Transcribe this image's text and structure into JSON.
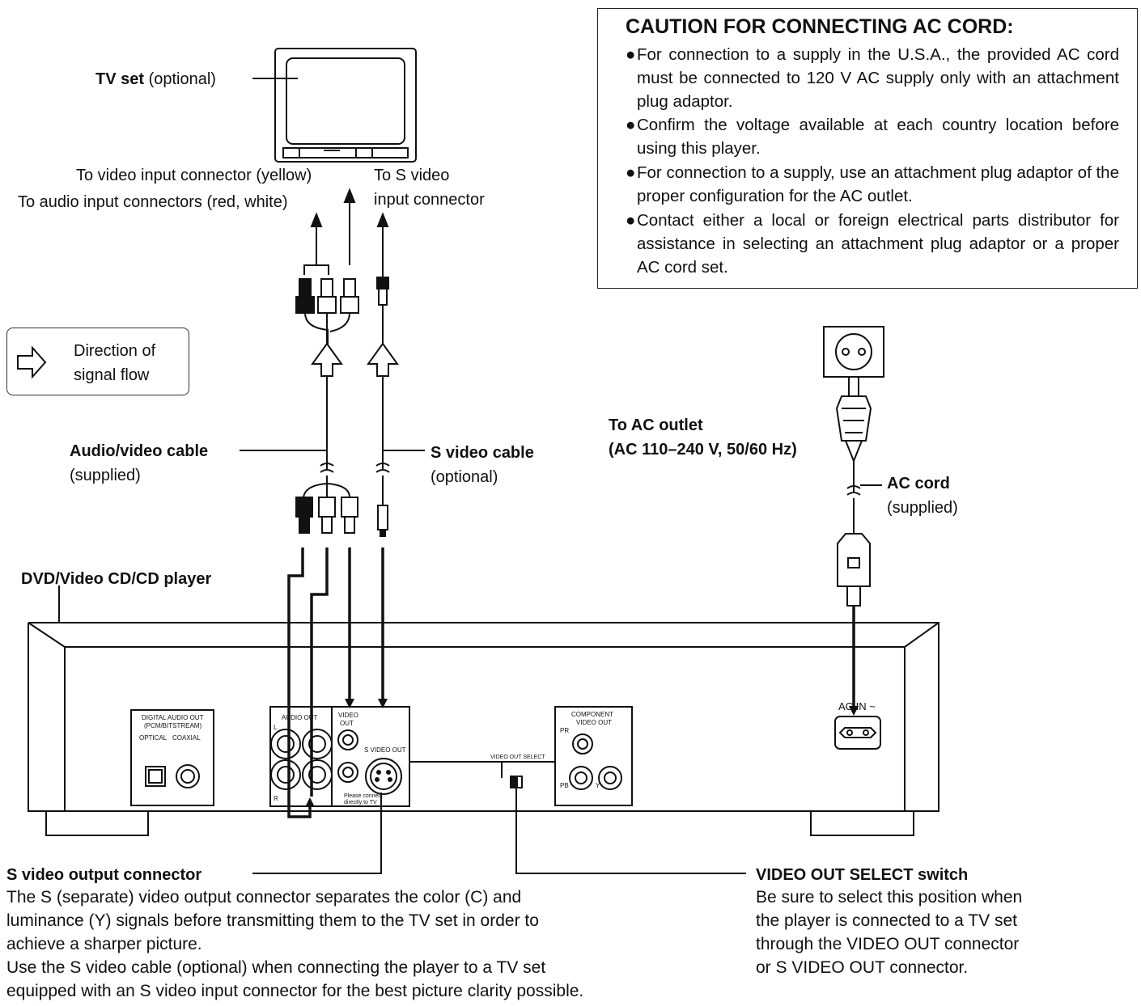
{
  "caution": {
    "title": "CAUTION FOR CONNECTING AC CORD:",
    "bullet": "●",
    "items": [
      "For connection to a supply in the U.S.A., the provided AC cord must be connected to 120 V AC supply only with an attachment plug adaptor.",
      "Confirm the voltage available at each country location before using this player.",
      "For connection to a supply, use an attachment plug adaptor of the proper configuration for the AC outlet.",
      "Contact either a local or foreign electrical parts distributor for assistance in selecting an attachment plug adaptor or a proper AC cord set."
    ]
  },
  "tv": {
    "label_bold": "TV set",
    "label_note": " (optional)"
  },
  "labels": {
    "video_input": "To video input connector (yellow)",
    "audio_input": "To audio input connectors (red, white)",
    "s_video_input_1": "To S video",
    "s_video_input_2": "input connector",
    "legend_1": "Direction of",
    "legend_2": "signal flow",
    "av_cable": "Audio/video cable",
    "av_cable_note": "(supplied)",
    "s_cable": "S video cable",
    "s_cable_note": "(optional)",
    "ac_outlet_1": "To AC outlet",
    "ac_outlet_2": "(AC 110–240 V, 50/60 Hz)",
    "ac_cord": "AC cord",
    "ac_cord_note": "(supplied)",
    "player": "DVD/Video CD/CD player"
  },
  "panel": {
    "digital_audio_1": "DIGITAL AUDIO OUT",
    "digital_audio_2": "(PCM/BITSTREAM)",
    "optical": "OPTICAL",
    "coaxial": "COAXIAL",
    "audio_out": "AUDIO OUT",
    "audio_l": "L",
    "audio_r": "R",
    "video_out_1": "VIDEO",
    "video_out_2": "OUT",
    "s_video_out": "S VIDEO OUT",
    "s_video_note_1": "Please connect",
    "s_video_note_2": "directly to TV",
    "video_out_select": "VIDEO OUT SELECT",
    "component_1": "COMPONENT",
    "component_2": "VIDEO OUT",
    "pr": "PR",
    "pb": "PB",
    "y": "Y",
    "ac_in": "AC IN ~"
  },
  "svideo_connector": {
    "title": "S video output connector",
    "lines": [
      "The S (separate) video output connector separates the color (C) and",
      "luminance (Y) signals before transmitting them to the TV set in order to",
      "achieve a sharper picture.",
      "Use the S video cable (optional) when connecting the player to a TV set",
      "equipped with an S video input connector for the best picture clarity possible."
    ]
  },
  "select_switch": {
    "title": "VIDEO OUT SELECT switch",
    "lines": [
      "Be sure to select this position when",
      "the player is connected to a TV set",
      "through the VIDEO OUT connector",
      "or S VIDEO OUT connector."
    ]
  }
}
